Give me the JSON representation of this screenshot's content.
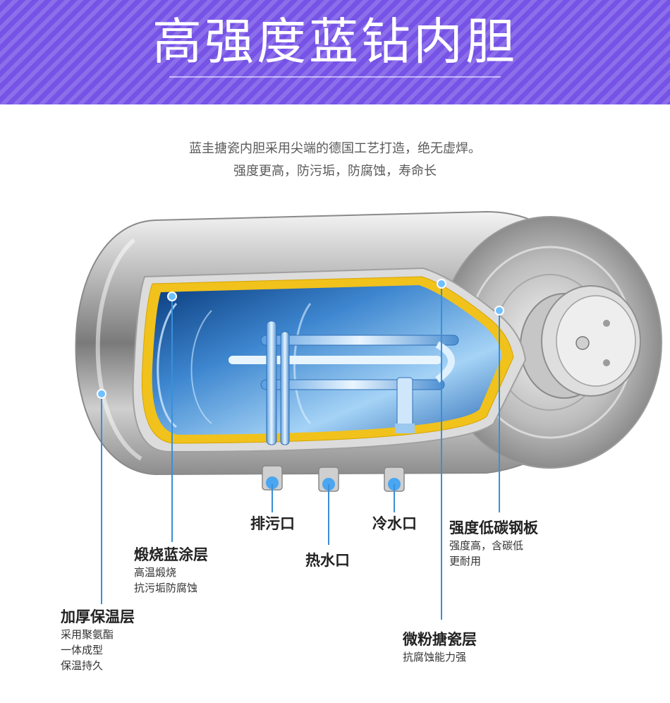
{
  "banner": {
    "title": "高强度蓝钻内胆",
    "background_color": "#7653e6"
  },
  "intro": {
    "line1": "蓝圭搪瓷内胆采用尖端的德国工艺打造，绝无虚焊。",
    "line2": "强度更高，防污垢，防腐蚀，寿命长"
  },
  "callouts": {
    "sewage_outlet": {
      "title": "排污口"
    },
    "hot_water_outlet": {
      "title": "热水口"
    },
    "cold_water_inlet": {
      "title": "冷水口"
    },
    "steel_plate": {
      "title": "强度低碳钢板",
      "desc1": "强度高，含碳低",
      "desc2": "更耐用"
    },
    "blue_coating": {
      "title": "煅烧蓝涂层",
      "desc1": "高温煅烧",
      "desc2": "抗污垢防腐蚀"
    },
    "insulation": {
      "title": "加厚保温层",
      "desc1": "采用聚氨酯",
      "desc2": "一体成型",
      "desc3": "保温持久"
    },
    "enamel": {
      "title": "微粉搪瓷层",
      "desc1": "抗腐蚀能力强"
    }
  },
  "colors": {
    "accent_blue": "#3a8fd8",
    "coating_yellow": "#f1c21b"
  }
}
